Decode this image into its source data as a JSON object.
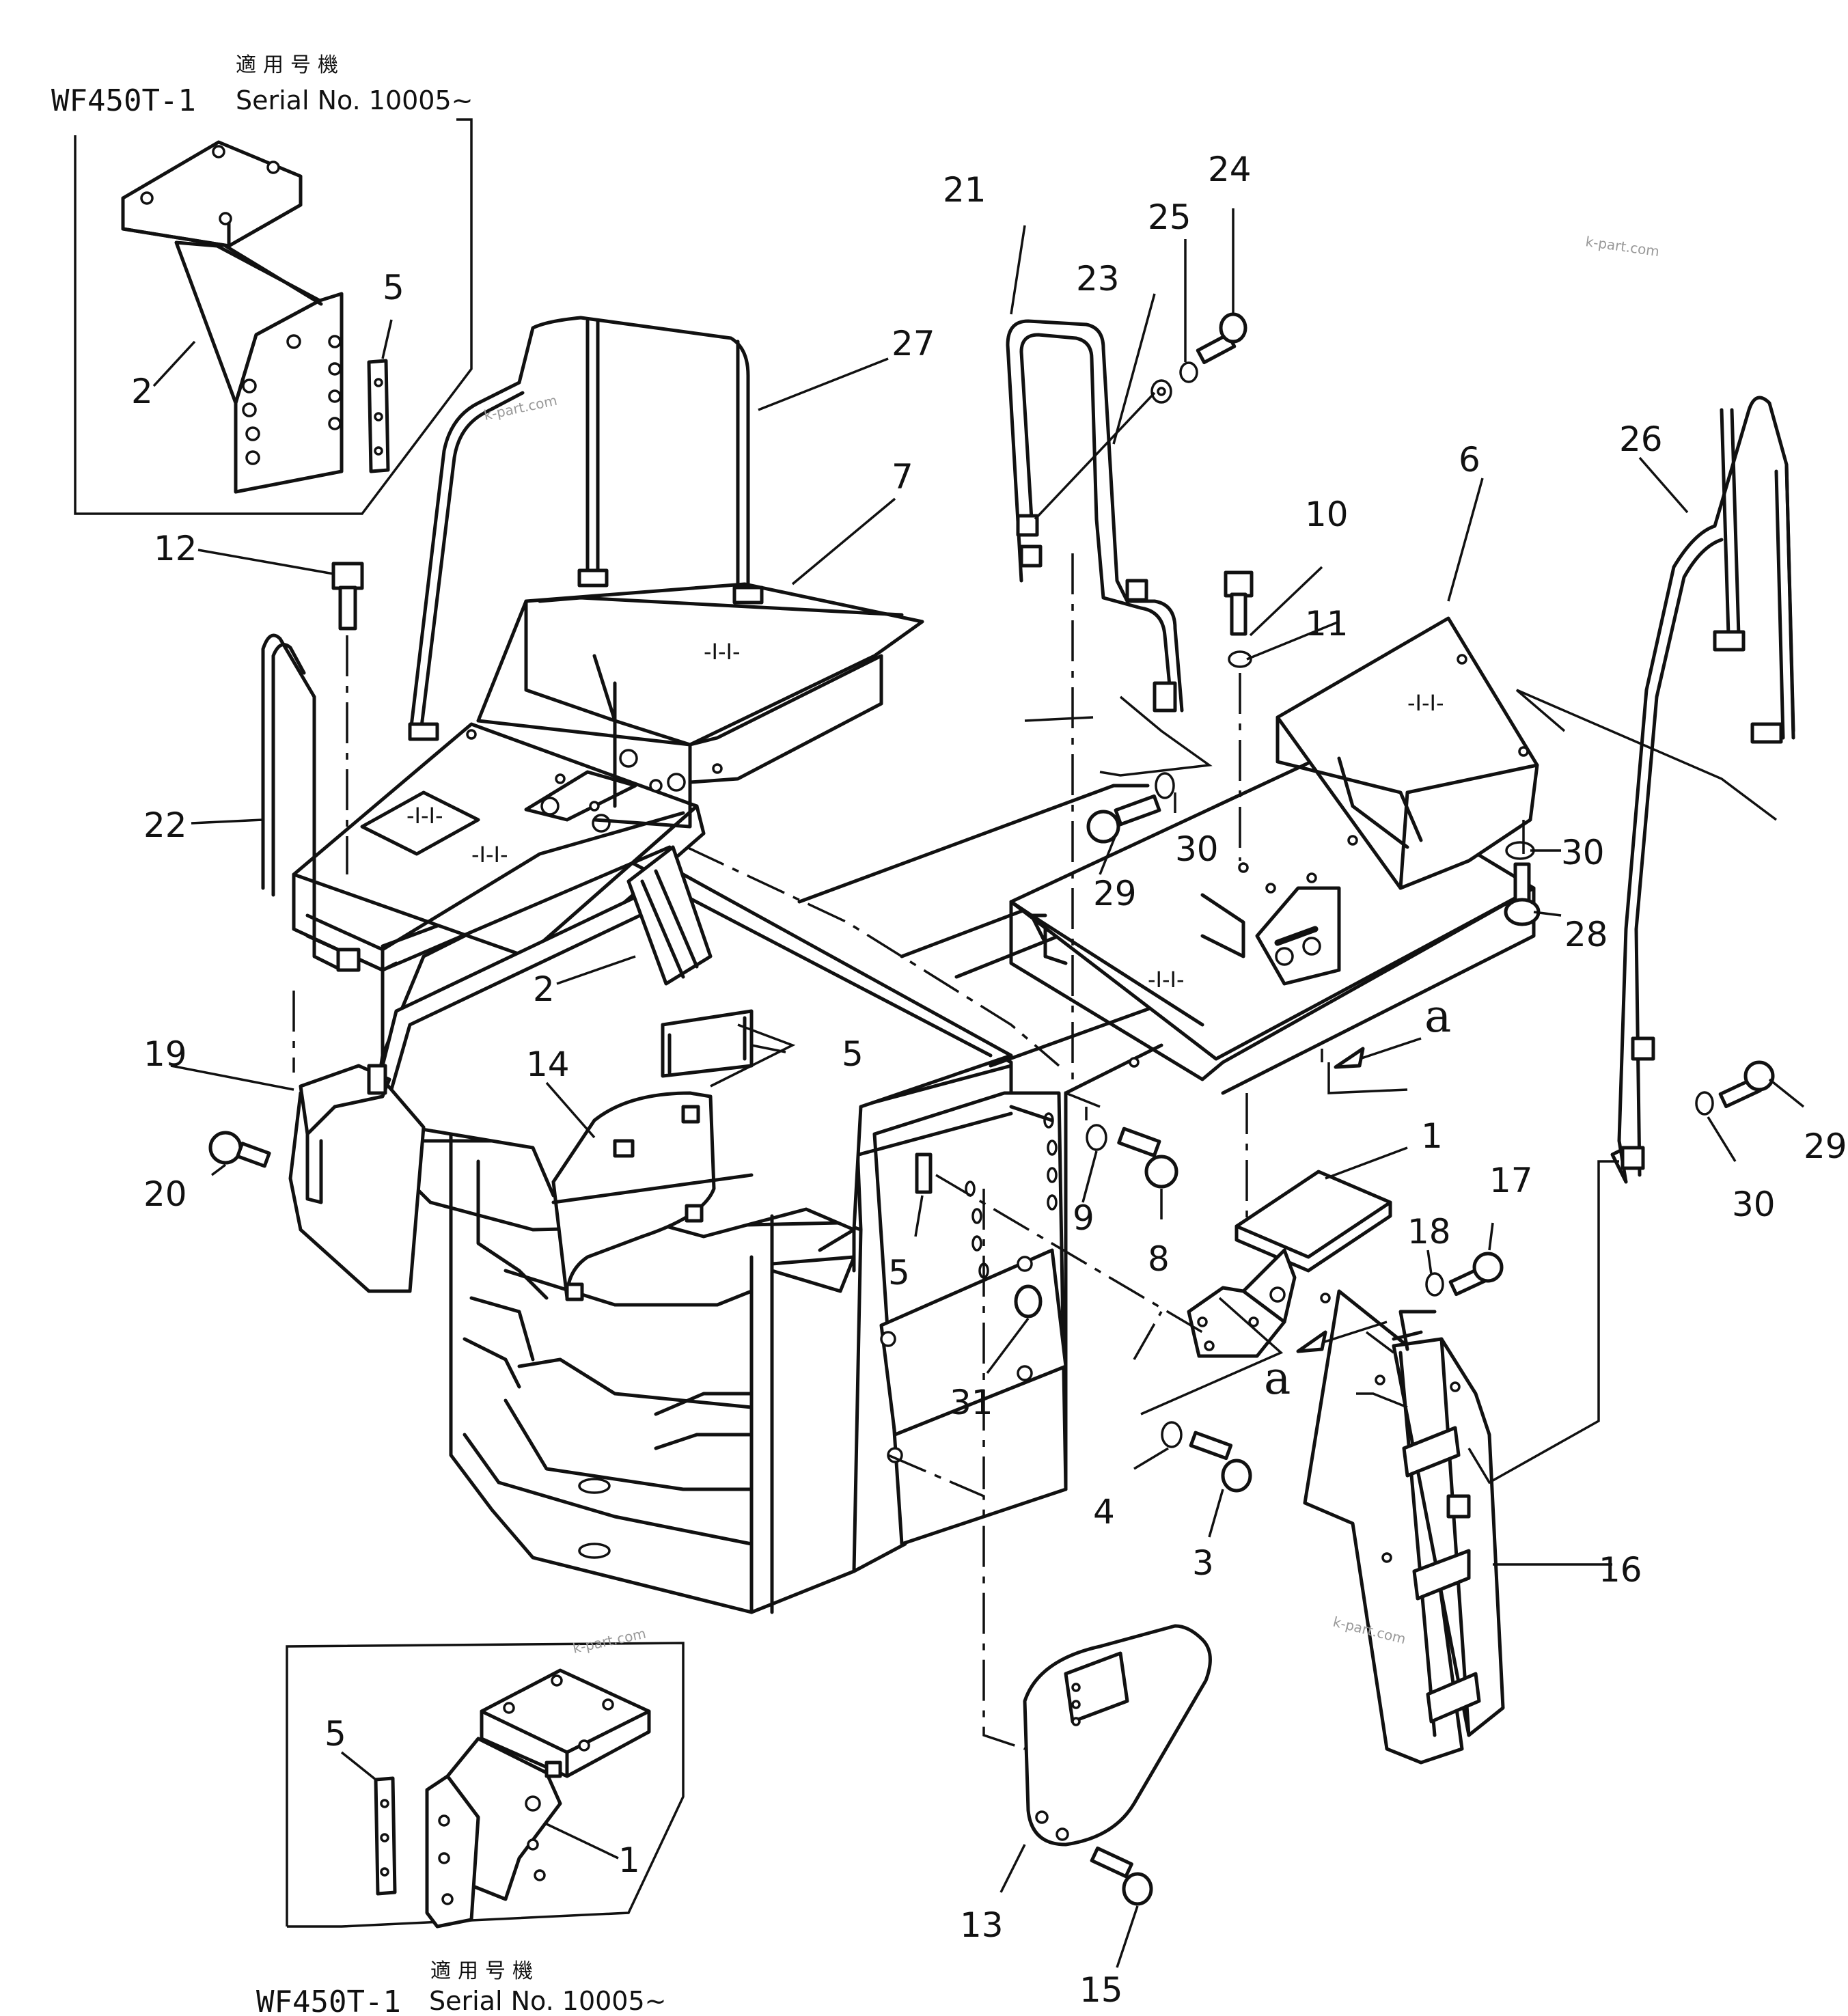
{
  "header_top": {
    "applicable_jp": "適用号機",
    "model": "WF450T-1",
    "serial": "Serial No. 10005~"
  },
  "header_bottom": {
    "applicable_jp": "適用号機",
    "model": "WF450T-1",
    "serial": "Serial No. 10005~"
  },
  "watermark": "k-part.com",
  "detail_marker": "a",
  "parts": [
    "1",
    "2",
    "3",
    "4",
    "5",
    "6",
    "7",
    "8",
    "9",
    "10",
    "11",
    "12",
    "13",
    "14",
    "15",
    "16",
    "17",
    "18",
    "19",
    "20",
    "21",
    "22",
    "23",
    "24",
    "25",
    "26",
    "27",
    "28",
    "29",
    "30",
    "31"
  ],
  "callouts": [
    {
      "id": "inset-top-2",
      "label": "2"
    },
    {
      "id": "inset-top-5",
      "label": "5"
    },
    {
      "id": "c-12",
      "label": "12"
    },
    {
      "id": "c-27",
      "label": "27"
    },
    {
      "id": "c-7",
      "label": "7"
    },
    {
      "id": "c-21",
      "label": "21"
    },
    {
      "id": "c-23",
      "label": "23"
    },
    {
      "id": "c-25",
      "label": "25"
    },
    {
      "id": "c-24",
      "label": "24"
    },
    {
      "id": "c-22",
      "label": "22"
    },
    {
      "id": "c-2",
      "label": "2"
    },
    {
      "id": "c-5a",
      "label": "5"
    },
    {
      "id": "c-19",
      "label": "19"
    },
    {
      "id": "c-14",
      "label": "14"
    },
    {
      "id": "c-20",
      "label": "20"
    },
    {
      "id": "c-10",
      "label": "10"
    },
    {
      "id": "c-11",
      "label": "11"
    },
    {
      "id": "c-6",
      "label": "6"
    },
    {
      "id": "c-26",
      "label": "26"
    },
    {
      "id": "c-29a",
      "label": "29"
    },
    {
      "id": "c-30a",
      "label": "30"
    },
    {
      "id": "c-30b",
      "label": "30"
    },
    {
      "id": "c-28",
      "label": "28"
    },
    {
      "id": "c-9",
      "label": "9"
    },
    {
      "id": "c-8",
      "label": "8"
    },
    {
      "id": "c-5b",
      "label": "5"
    },
    {
      "id": "c-31",
      "label": "31"
    },
    {
      "id": "c-1",
      "label": "1"
    },
    {
      "id": "c-29b",
      "label": "29"
    },
    {
      "id": "c-30c",
      "label": "30"
    },
    {
      "id": "c-17",
      "label": "17"
    },
    {
      "id": "c-18",
      "label": "18"
    },
    {
      "id": "c-4",
      "label": "4"
    },
    {
      "id": "c-3",
      "label": "3"
    },
    {
      "id": "c-16",
      "label": "16"
    },
    {
      "id": "c-13",
      "label": "13"
    },
    {
      "id": "c-15",
      "label": "15"
    },
    {
      "id": "inset-bot-5",
      "label": "5"
    },
    {
      "id": "inset-bot-1",
      "label": "1"
    }
  ]
}
